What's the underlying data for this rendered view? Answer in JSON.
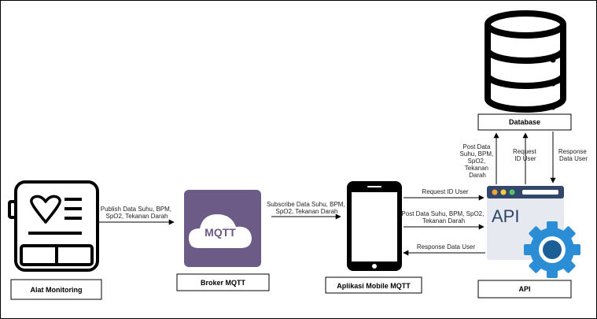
{
  "nodes": {
    "alat": "Alat Monitoring",
    "broker": "Broker MQTT",
    "app": "Aplikasi Mobile MQTT",
    "api": "API",
    "database": "Database"
  },
  "icons": {
    "mqtt_logo_text": "MQTT",
    "api_window_text": "API"
  },
  "edges": {
    "publish": [
      "Publish Data Suhu, BPM,",
      "SpO2, Tekanan Darah"
    ],
    "subscribe": [
      "Subscribe Data Suhu, BPM,",
      "SpO2, Tekanan Darah"
    ],
    "request_id": "Request ID User",
    "post_api": [
      "Post Data Suhu, BPM, SpO2,",
      "Tekanan Darah"
    ],
    "response_app": "Response Data User",
    "post_db": [
      "Post Data",
      "Suhu, BPM,",
      "SpO2,",
      "Tekanan",
      "Darah"
    ],
    "request_db": [
      "Request",
      "ID User"
    ],
    "response_db": [
      "Response",
      "Data User"
    ]
  },
  "colors": {
    "mqtt_bg": "#6c5a87",
    "api_window": "#e6e9ef",
    "api_bar": "#32476a",
    "gear": "#2a8dd6",
    "gear_inner": "#1b5f96"
  }
}
